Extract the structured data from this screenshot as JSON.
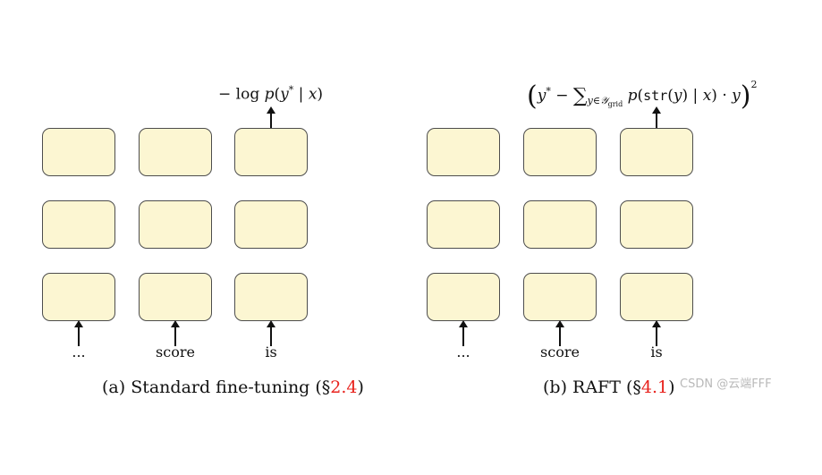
{
  "panel_a": {
    "output_label": {
      "sign": "−",
      "func": "log",
      "p": "p",
      "open": "(",
      "ystar": "y",
      "sup": "*",
      "bar": "|",
      "x": "x",
      "close": ")"
    },
    "tokens": [
      "...",
      "score",
      "is"
    ],
    "caption": {
      "prefix": "(a) Standard fine-tuning (§",
      "ref": "2.4",
      "suffix": ")"
    }
  },
  "panel_b": {
    "output_label": {
      "lparen": "(",
      "ystar": "y",
      "sup": "*",
      "minus": "−",
      "sum": "∑",
      "sub": "y∈𝒴",
      "subsub": "grid",
      "p": "p",
      "open": "(",
      "str": "str",
      "str_open": "(",
      "str_y": "y",
      "str_close": ")",
      "bar": "|",
      "x": "x",
      "close": ")",
      "dot": "·",
      "y": "y",
      "rparen": ")",
      "power": "2"
    },
    "tokens": [
      "...",
      "score",
      "is"
    ],
    "caption": {
      "prefix": "(b) RAFT (§",
      "ref": "4.1",
      "suffix": ")"
    }
  },
  "watermark": "CSDN @云端FFF",
  "colors": {
    "box_fill": "#fcf6d2",
    "box_border": "#4d4d4d",
    "ref": "#e8231e"
  }
}
